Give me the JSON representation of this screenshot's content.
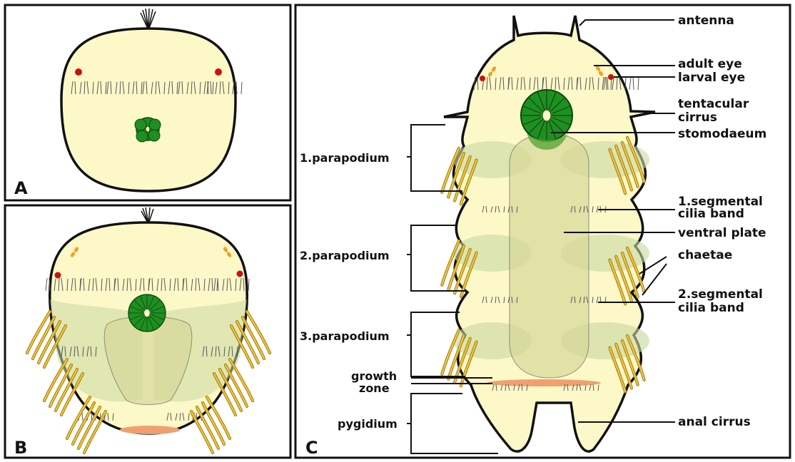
{
  "panels": {
    "a": {
      "letter": "A"
    },
    "b": {
      "letter": "B"
    },
    "c": {
      "letter": "C"
    }
  },
  "labels": {
    "antenna": "antenna",
    "adult_eye": "adult eye",
    "larval_eye": "larval eye",
    "tentacular_cirrus_1": "tentacular",
    "tentacular_cirrus_2": "cirrus",
    "stomodaeum": "stomodaeum",
    "segmental_band_1_line1": "1.segmental",
    "segmental_band_1_line2": "cilia band",
    "ventral_plate": "ventral plate",
    "chaetae": "chaetae",
    "segmental_band_2_line1": "2.segmental",
    "segmental_band_2_line2": "cilia band",
    "anal_cirrus": "anal cirrus",
    "parapodium_1": "1.parapodium",
    "parapodium_2": "2.parapodium",
    "parapodium_3": "3.parapodium",
    "growth_zone_1": "growth",
    "growth_zone_2": "zone",
    "pygidium": "pygidium"
  },
  "colors": {
    "body_fill": "#fdf8c8",
    "stomodaeum_green": "#1f8f22",
    "eye_red": "#cc1010",
    "eye_orange": "#f0a020",
    "chaeta_gold": "#e8b830",
    "growth_zone": "#f0a070",
    "ventral_plate": "#d8d898",
    "parapodium_shade": "#c8d8a0"
  }
}
